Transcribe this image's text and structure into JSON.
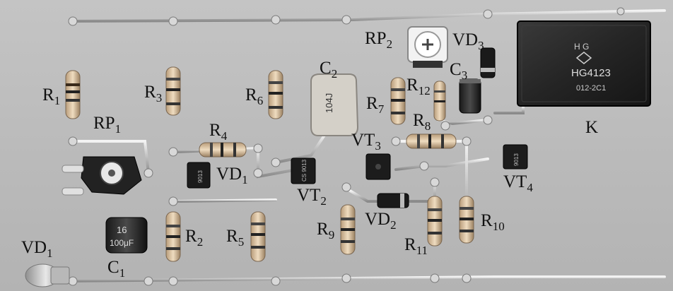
{
  "labels": {
    "R1": {
      "base": "R",
      "sub": "1"
    },
    "RP1": {
      "base": "RP",
      "sub": "1"
    },
    "R3": {
      "base": "R",
      "sub": "3"
    },
    "R4": {
      "base": "R",
      "sub": "4"
    },
    "R6": {
      "base": "R",
      "sub": "6"
    },
    "C2": {
      "base": "C",
      "sub": "2"
    },
    "RP2": {
      "base": "RP",
      "sub": "2"
    },
    "VD3": {
      "base": "VD",
      "sub": "3"
    },
    "C3": {
      "base": "C",
      "sub": "3"
    },
    "R7": {
      "base": "R",
      "sub": "7"
    },
    "R12": {
      "base": "R",
      "sub": "12"
    },
    "R8": {
      "base": "R",
      "sub": "8"
    },
    "VT3": {
      "base": "VT",
      "sub": "3"
    },
    "VD1_mid": {
      "base": "VD",
      "sub": "1"
    },
    "VT2": {
      "base": "VT",
      "sub": "2"
    },
    "VT4": {
      "base": "VT",
      "sub": "4"
    },
    "K": {
      "base": "K",
      "sub": ""
    },
    "R2": {
      "base": "R",
      "sub": "2"
    },
    "R5": {
      "base": "R",
      "sub": "5"
    },
    "R9": {
      "base": "R",
      "sub": "9"
    },
    "VD2": {
      "base": "VD",
      "sub": "2"
    },
    "R11": {
      "base": "R",
      "sub": "11"
    },
    "R10": {
      "base": "R",
      "sub": "10"
    },
    "VD1_left": {
      "base": "VD",
      "sub": "1"
    },
    "C1": {
      "base": "C",
      "sub": "1"
    }
  },
  "part_markings": {
    "relay_model": "HG4123",
    "relay_code": "012-2C1",
    "relay_logo": "H G",
    "c1_value_a": "16",
    "c1_value_b": "100μF",
    "c2_value": "104J",
    "vt2_mark": "CS 9013",
    "vt1_mark": "9013",
    "vt4_mark": "9013"
  }
}
